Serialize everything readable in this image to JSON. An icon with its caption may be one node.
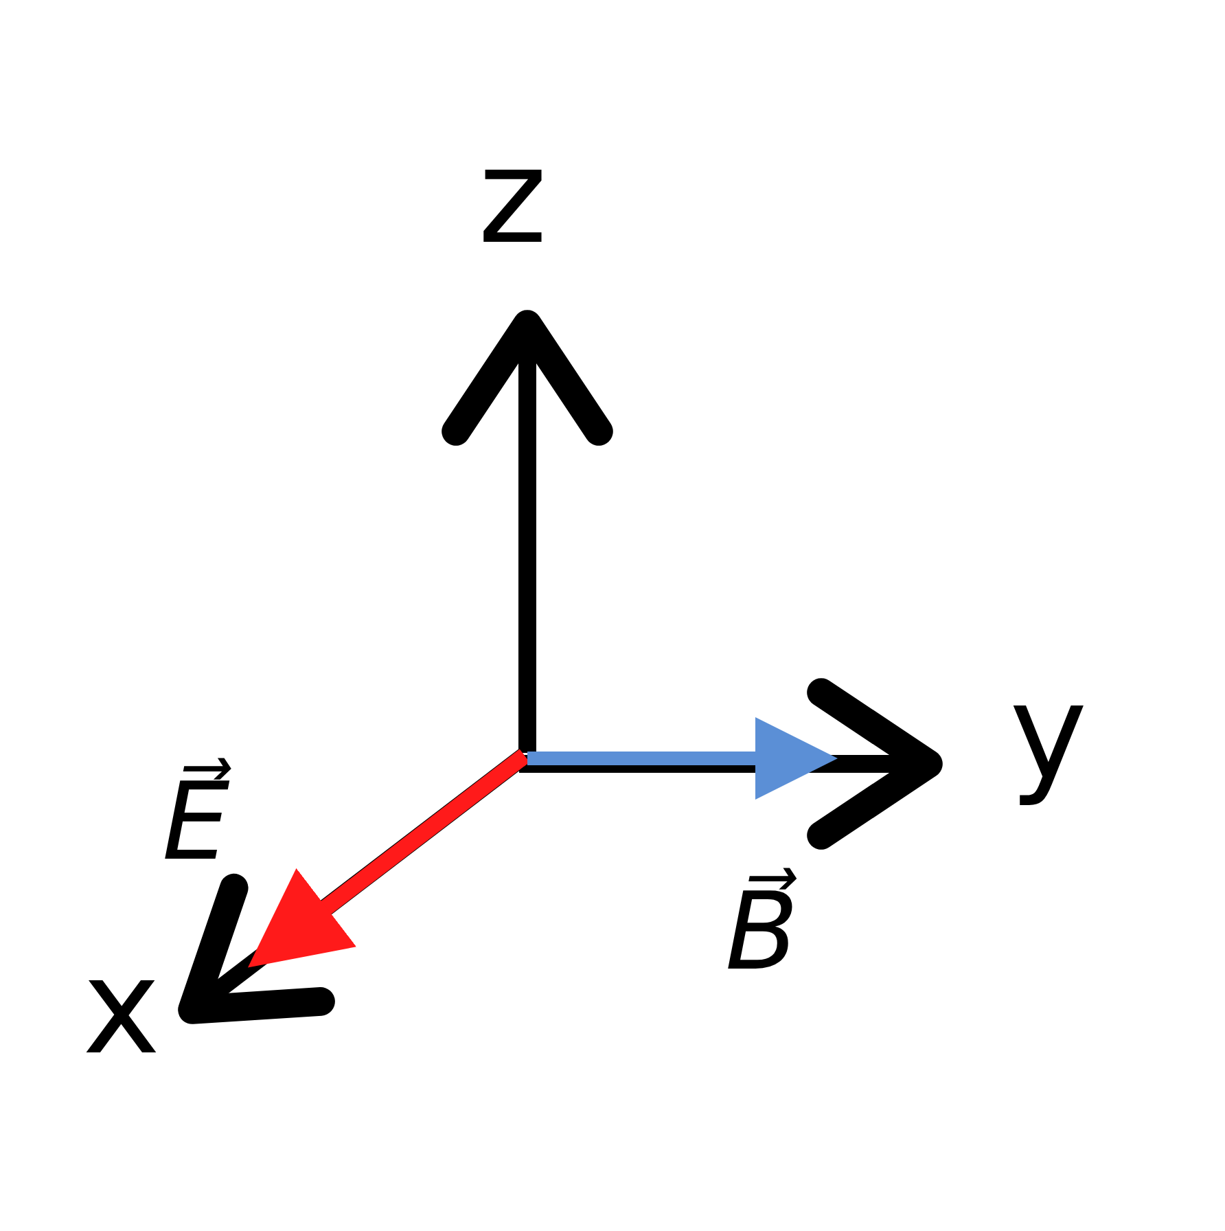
{
  "diagram": {
    "labels": [
      "z",
      "y",
      "E⃗",
      "B⃗",
      "x"
    ]
  }
}
